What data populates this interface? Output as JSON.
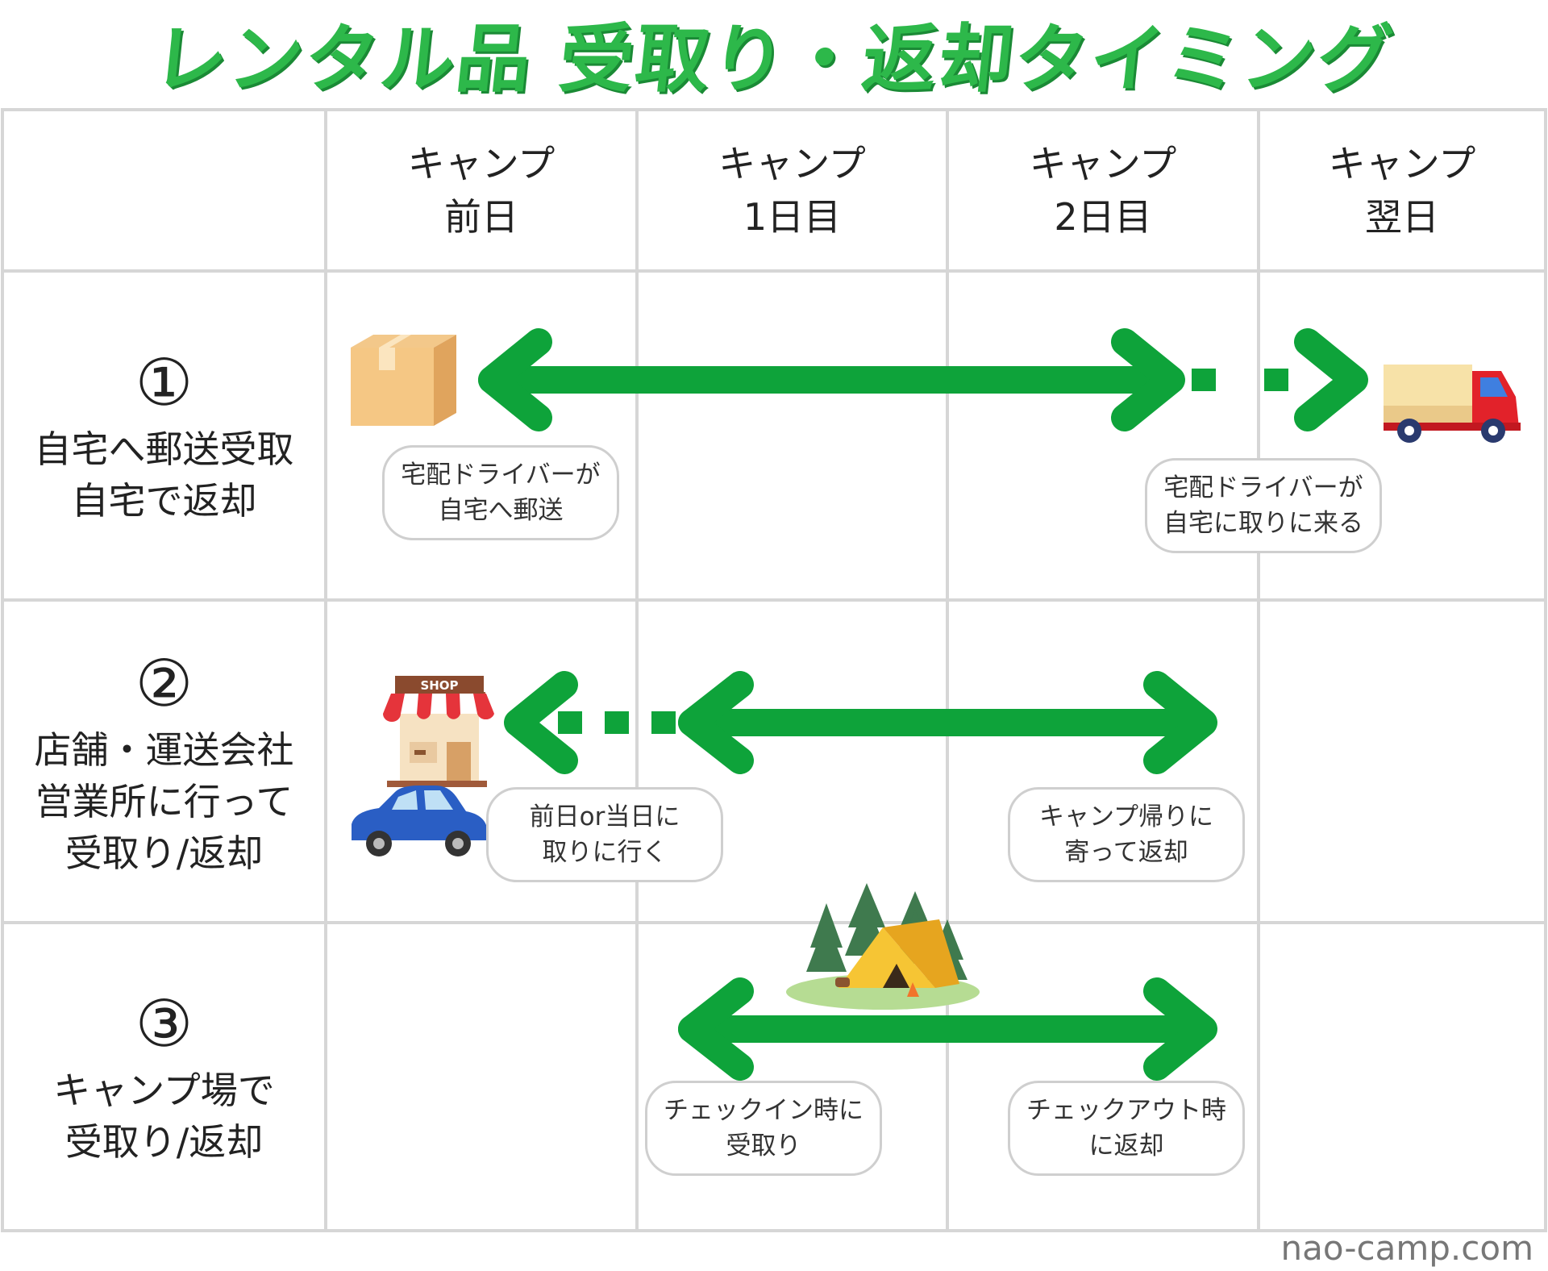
{
  "title": "レンタル品 受取り・返却タイミング",
  "columns": [
    {
      "line1": "キャンプ",
      "line2": "前日"
    },
    {
      "line1": "キャンプ",
      "line2": "1日目"
    },
    {
      "line1": "キャンプ",
      "line2": "2日目"
    },
    {
      "line1": "キャンプ",
      "line2": "翌日"
    }
  ],
  "rows": [
    {
      "number": "①",
      "label": "自宅へ郵送受取\n自宅で返却",
      "bubble_left": "宅配ドライバーが\n自宅へ郵送",
      "bubble_right": "宅配ドライバーが\n自宅に取りに来る",
      "icon_left": "cardboard-box-icon",
      "icon_right": "delivery-truck-icon"
    },
    {
      "number": "②",
      "label": "店舗・運送会社\n営業所に行って\n受取り/返却",
      "bubble_left": "前日or当日に\n取りに行く",
      "bubble_right": "キャンプ帰りに\n寄って返却",
      "icon_left": "shop-icon",
      "icon_left_2": "car-icon",
      "shop_sign": "SHOP"
    },
    {
      "number": "③",
      "label": "キャンプ場で\n受取り/返却",
      "bubble_left": "チェックイン時に\n受取り",
      "bubble_right": "チェックアウト時\nに返却",
      "icon_center": "tent-campsite-icon"
    }
  ],
  "credit": "nao-camp.com",
  "colors": {
    "accent": "#0ea33a",
    "title": "#2db84a",
    "grid": "#d6d6d6"
  }
}
